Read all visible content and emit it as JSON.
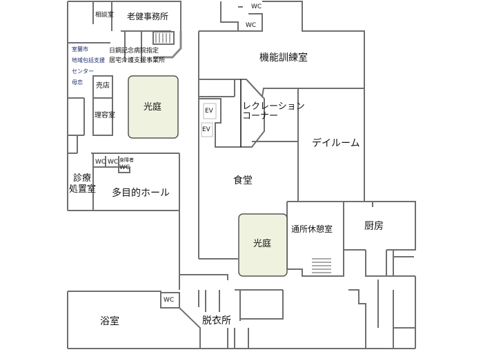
{
  "colors": {
    "wall": "#6e6e6e",
    "courtyard_fill": "#eef2df",
    "courtyard_border": "#555555",
    "small_label": "#1a2a6c"
  },
  "rooms": {
    "consult": "相談室",
    "office": "老健事務所",
    "center_line1": "室蘭市",
    "center_line2": "地域包括支援",
    "center_line3": "センター",
    "center_line4": "母恋",
    "care_line1": "日鋼記念病院指定",
    "care_line2": "居宅介護支援事業所",
    "shop": "売店",
    "courtyard1": "光庭",
    "barber": "理容室",
    "wc": "WC",
    "wc_accessible_line1": "身障者",
    "wc_accessible_line2": "WC",
    "clinic_line1": "診療",
    "clinic_line2": "処置室",
    "hall": "多目的ホール",
    "training": "機能訓練室",
    "ev": "EV",
    "recreation_line1": "レクレーション",
    "recreation_line2": "コーナー",
    "dayroom": "デイルーム",
    "dining": "食堂",
    "rest": "通所休憩室",
    "kitchen": "厨房",
    "courtyard2": "光庭",
    "bath": "浴室",
    "dressing": "脱衣所"
  }
}
